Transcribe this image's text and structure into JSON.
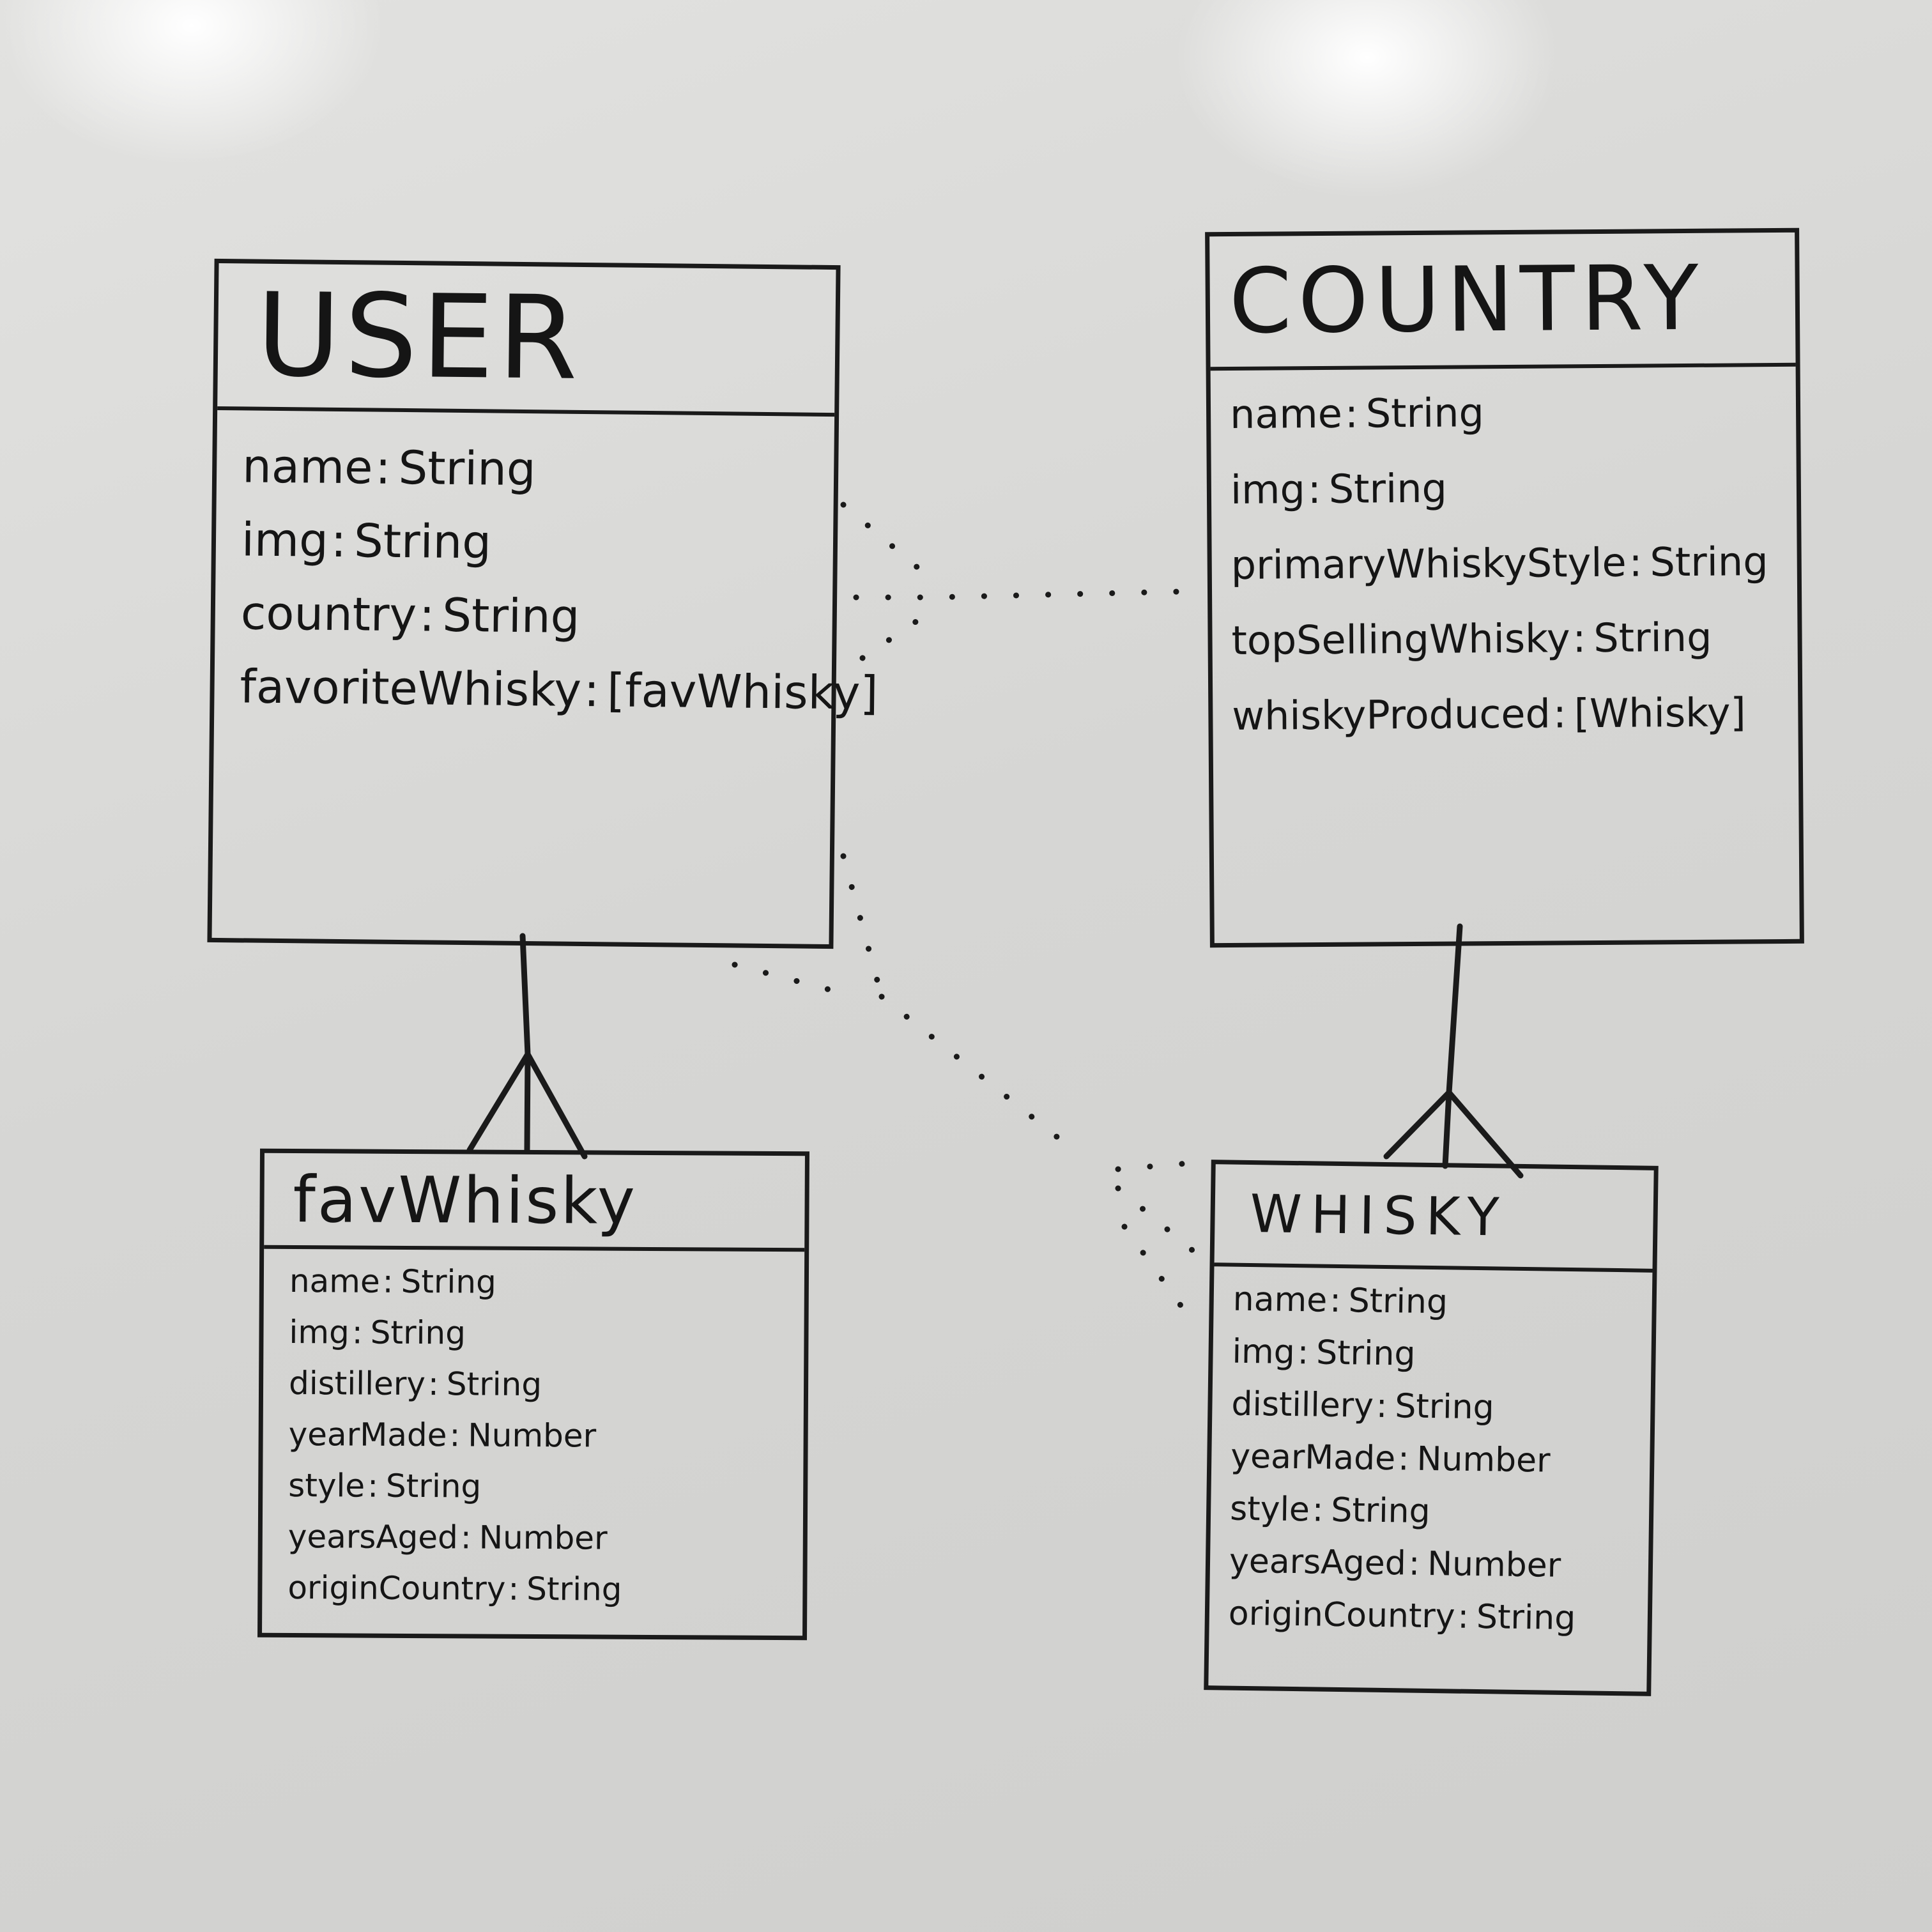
{
  "entities": {
    "user": {
      "title": "USER",
      "fields": [
        {
          "name": "name",
          "type": "String"
        },
        {
          "name": "img",
          "type": "String"
        },
        {
          "name": "country",
          "type": "String"
        },
        {
          "name": "favoriteWhisky",
          "type": "[favWhisky]"
        }
      ]
    },
    "country": {
      "title": "COUNTRY",
      "fields": [
        {
          "name": "name",
          "type": "String"
        },
        {
          "name": "img",
          "type": "String"
        },
        {
          "name": "primaryWhiskyStyle",
          "type": "String"
        },
        {
          "name": "topSellingWhisky",
          "type": "String"
        },
        {
          "name": "whiskyProduced",
          "type": "[Whisky]"
        }
      ]
    },
    "favwhisky": {
      "title": "favWhisky",
      "fields": [
        {
          "name": "name",
          "type": "String"
        },
        {
          "name": "img",
          "type": "String"
        },
        {
          "name": "distillery",
          "type": "String"
        },
        {
          "name": "yearMade",
          "type": "Number"
        },
        {
          "name": "style",
          "type": "String"
        },
        {
          "name": "yearsAged",
          "type": "Number"
        },
        {
          "name": "originCountry",
          "type": "String"
        }
      ]
    },
    "whisky": {
      "title": "WHISKY",
      "fields": [
        {
          "name": "name",
          "type": "String"
        },
        {
          "name": "img",
          "type": "String"
        },
        {
          "name": "distillery",
          "type": "String"
        },
        {
          "name": "yearMade",
          "type": "Number"
        },
        {
          "name": "style",
          "type": "String"
        },
        {
          "name": "yearsAged",
          "type": "Number"
        },
        {
          "name": "originCountry",
          "type": "String"
        }
      ]
    }
  },
  "relationships": [
    {
      "from": "user",
      "to": "favwhisky",
      "kind": "one-to-many",
      "line": "solid"
    },
    {
      "from": "country",
      "to": "whisky",
      "kind": "one-to-many",
      "line": "solid"
    },
    {
      "from": "user",
      "to": "country",
      "kind": "reference",
      "line": "dotted"
    },
    {
      "from": "user",
      "to": "whisky",
      "kind": "reference",
      "line": "dotted"
    }
  ],
  "colors": {
    "ink": "#1a1a1a",
    "board": "#d9d9d7"
  }
}
